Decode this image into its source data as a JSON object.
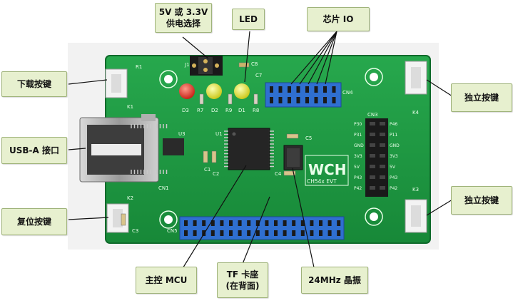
{
  "labels": {
    "power_select": {
      "line1": "5V 或 3.3V",
      "line2": "供电选择"
    },
    "led": "LED",
    "chip_io": "芯片 IO",
    "download_button": "下载按键",
    "independent_button_1": "独立按键",
    "usb_a_port": "USB-A 接口",
    "reset_button": "复位按键",
    "independent_button_2": "独立按键",
    "main_mcu": "主控 MCU",
    "tf_slot": {
      "line1": "TF 卡座",
      "line2": "(在背面)"
    },
    "crystal": "24MHz 晶振"
  },
  "silkscreen": {
    "brand": "WCH",
    "board": "CH54x EVT",
    "u1": "U1",
    "u3": "U3",
    "cn1": "CN1",
    "cn3": "CN3",
    "cn4": "CN4",
    "cn5": "CN5",
    "j1": "J1",
    "k1": "K1",
    "k2": "K2",
    "k3": "K3",
    "k4": "K4",
    "d1": "D1",
    "d2": "D2",
    "d3": "D3",
    "r1": "R1",
    "r7": "R7",
    "r8": "R8",
    "r9": "R9",
    "c1": "C1",
    "c2": "C2",
    "c3": "C3",
    "c4": "C4",
    "c5": "C5",
    "c7": "C7",
    "c8": "C8",
    "cn3_pins": [
      "P46",
      "P11",
      "GND",
      "3V3",
      "5V",
      "P43",
      "P42"
    ],
    "cn3_left": [
      "P30",
      "P31",
      "GND",
      "3V3",
      "5V",
      "P43",
      "P42"
    ]
  },
  "colors": {
    "pcb": "#1f9a44",
    "pcb_dark": "#157a35",
    "header_blue": "#2f6fd0",
    "pin_black": "#1a1a1a",
    "label_bg": "#e7f0cf",
    "led_red": "#e5281c",
    "led_yellow": "#e6e21a"
  }
}
